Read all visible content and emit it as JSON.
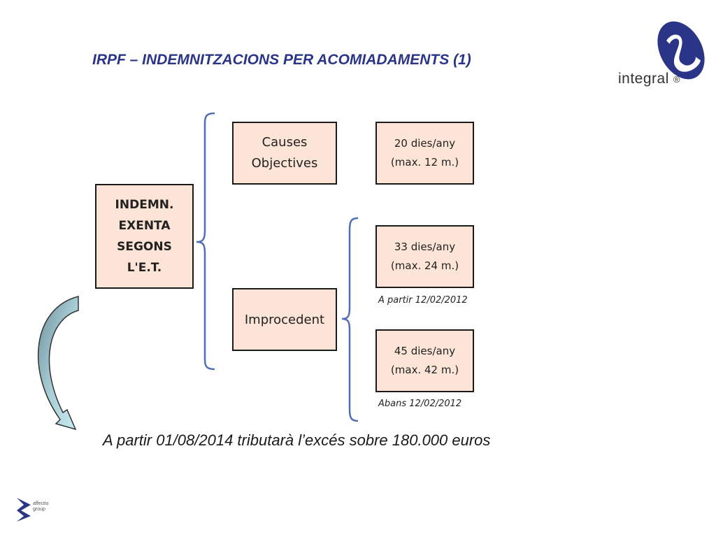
{
  "title": "IRPF – INDEMNITZACIONS PER ACOMIADAMENTS (1)",
  "logo": {
    "brand": "integral",
    "registered_mark": "®",
    "brand_color": "#2b3587"
  },
  "diagram": {
    "root": "INDEMN.\nEXENTA\nSEGONS\nL'E.T.",
    "branch_objective": "Causes\nObjectives",
    "branch_unfair": "Improcedent",
    "objective_rule": "20 dies/any\n(max. 12 m.)",
    "unfair_rule_new": "33 dies/any\n(max. 24 m.)",
    "unfair_rule_new_note": "A partir 12/02/2012",
    "unfair_rule_old": "45 dies/any\n(max. 42 m.)",
    "unfair_rule_old_note": "Abans 12/02/2012",
    "box_fill": "#fce4d6",
    "bracket_color": "#4f6fb5"
  },
  "footer_note": "A partir 01/08/2014 tributarà l’excés sobre 180.000 euros",
  "footer_logo": {
    "text": "affectio\ngroup"
  },
  "icons": [
    "curved-arrow-icon",
    "integral-logo-icon",
    "affectio-logo-icon"
  ]
}
